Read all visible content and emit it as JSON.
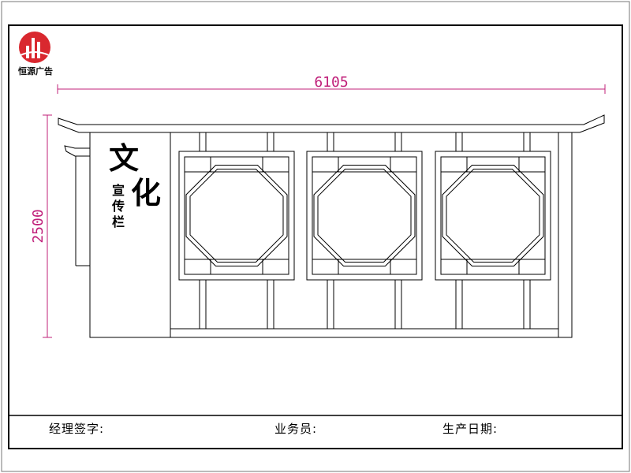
{
  "logo": {
    "text": "恒源广告",
    "brand_color": "#d9282f"
  },
  "dimensions": {
    "width": "6105",
    "height": "2500",
    "color": "#c0207a"
  },
  "board": {
    "title_big_1": "文",
    "title_big_2": "化",
    "title_small": [
      "宣",
      "传",
      "栏"
    ]
  },
  "footer": {
    "manager_signature": "经理签字:",
    "salesperson": "业务员:",
    "production_date": "生产日期:"
  }
}
